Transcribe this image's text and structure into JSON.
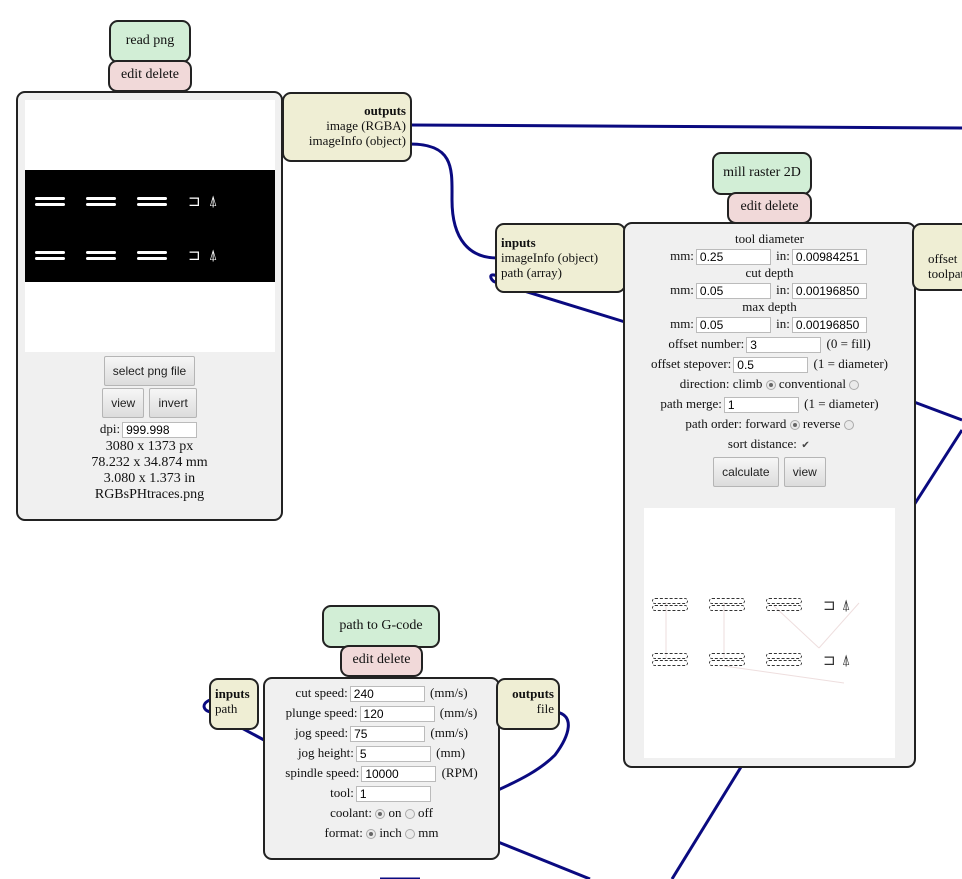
{
  "colors": {
    "title_bg": "#d2eed6",
    "edit_bg": "#f1d9d9",
    "io_bg": "#efeed4",
    "panel_bg": "#f0f0f0",
    "wire": "#0a0a80"
  },
  "read_png": {
    "title": "read png",
    "edit_delete": "edit delete",
    "outputs": {
      "header": "outputs",
      "items": [
        "image (RGBA)",
        "imageInfo (object)"
      ]
    },
    "select_button": "select png file",
    "view_button": "view",
    "invert_button": "invert",
    "dpi_label": "dpi:",
    "dpi_value": "999.998",
    "size_px": "3080 x 1373 px",
    "size_mm": "78.232 x 34.874 mm",
    "size_in": "3.080 x 1.373 in",
    "filename": "RGBsPHtraces.png"
  },
  "mill_raster": {
    "title": "mill raster 2D",
    "edit_delete": "edit delete",
    "inputs": {
      "header": "inputs",
      "items": [
        "imageInfo (object)",
        "path (array)"
      ]
    },
    "outputs_partial": {
      "items": [
        "offset",
        "toolpat"
      ]
    },
    "tool_diameter": {
      "label": "tool diameter",
      "mm_label": "mm:",
      "mm": "0.25",
      "in_label": "in:",
      "in": "0.00984251"
    },
    "cut_depth": {
      "label": "cut depth",
      "mm_label": "mm:",
      "mm": "0.05",
      "in_label": "in:",
      "in": "0.00196850"
    },
    "max_depth": {
      "label": "max depth",
      "mm_label": "mm:",
      "mm": "0.05",
      "in_label": "in:",
      "in": "0.00196850"
    },
    "offset_number": {
      "label": "offset number:",
      "value": "3",
      "hint": "(0 = fill)"
    },
    "offset_stepover": {
      "label": "offset stepover:",
      "value": "0.5",
      "hint": "(1 = diameter)"
    },
    "direction": {
      "label": "direction:",
      "opt1": "climb",
      "opt2": "conventional",
      "selected": "climb"
    },
    "path_merge": {
      "label": "path merge:",
      "value": "1",
      "hint": "(1 = diameter)"
    },
    "path_order": {
      "label": "path order:",
      "opt1": "forward",
      "opt2": "reverse",
      "selected": "forward"
    },
    "sort_distance": {
      "label": "sort distance:",
      "checked": true
    },
    "calculate_button": "calculate",
    "view_button": "view"
  },
  "gcode": {
    "title": "path to G-code",
    "edit_delete": "edit delete",
    "inputs": {
      "header": "inputs",
      "items": [
        "path"
      ]
    },
    "outputs": {
      "header": "outputs",
      "items": [
        "file"
      ]
    },
    "cut_speed": {
      "label": "cut speed:",
      "value": "240",
      "unit": "(mm/s)"
    },
    "plunge_speed": {
      "label": "plunge speed:",
      "value": "120",
      "unit": "(mm/s)"
    },
    "jog_speed": {
      "label": "jog speed:",
      "value": "75",
      "unit": "(mm/s)"
    },
    "jog_height": {
      "label": "jog height:",
      "value": "5",
      "unit": "(mm)"
    },
    "spindle_speed": {
      "label": "spindle speed:",
      "value": "10000",
      "unit": "(RPM)"
    },
    "tool": {
      "label": "tool:",
      "value": "1"
    },
    "coolant": {
      "label": "coolant:",
      "opt1": "on",
      "opt2": "off",
      "selected": "on"
    },
    "format": {
      "label": "format:",
      "opt1": "inch",
      "opt2": "mm",
      "selected": "inch"
    }
  }
}
